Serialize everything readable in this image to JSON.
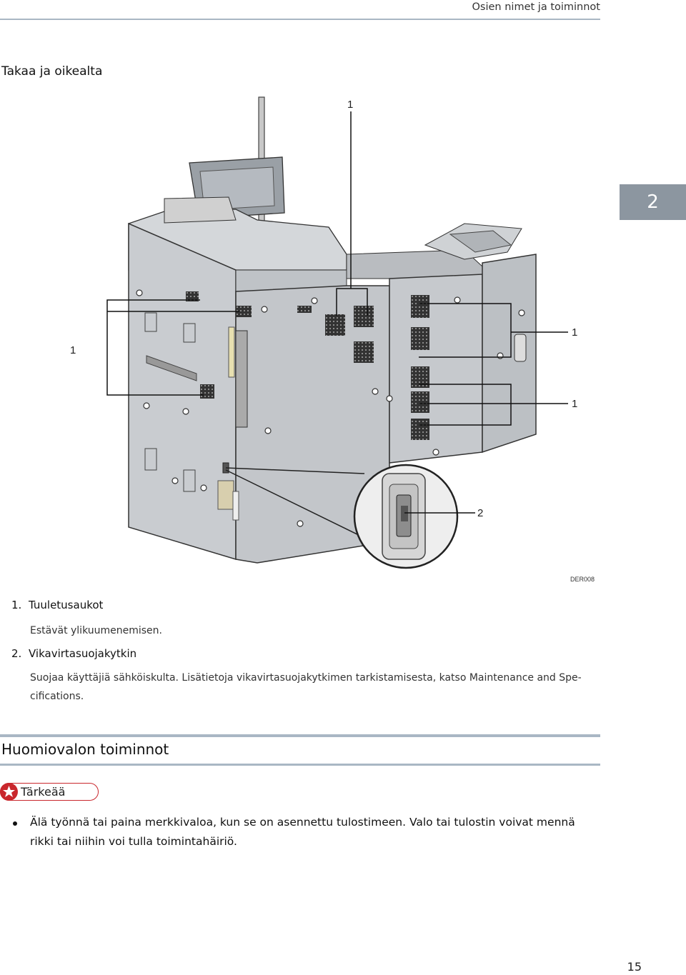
{
  "header": {
    "text": "Osien nimet ja toiminnot"
  },
  "chapter_tab": "2",
  "section_title": "Takaa ja oikealta",
  "figure": {
    "callouts": {
      "top": "1",
      "left": "1",
      "right_upper": "1",
      "right_lower": "1",
      "breaker": "2"
    },
    "code": "DER008"
  },
  "items": [
    {
      "number": "1.",
      "title": "Tuuletusaukot",
      "description": "Estävät ylikuumenemisen."
    },
    {
      "number": "2.",
      "title": "Vikavirtasuojakytkin",
      "description": "Suojaa käyttäjiä sähköiskulta. Lisätietoja vikavirtasuojakytkimen tarkistamisesta, katso Maintenance and Spe-cifications."
    }
  ],
  "subsection_title": "Huomiovalon toiminnot",
  "important_label": "Tärkeää",
  "important_bullets": [
    "Älä työnnä tai paina merkkivaloa, kun se on asennettu tulostimeen. Valo tai tulostin voivat mennä rikki tai niihin voi tulla toimintahäiriö."
  ],
  "page_number": "15",
  "colors": {
    "rule": "#a9b7c4",
    "tab": "#8c96a0",
    "important": "#c9272d"
  }
}
